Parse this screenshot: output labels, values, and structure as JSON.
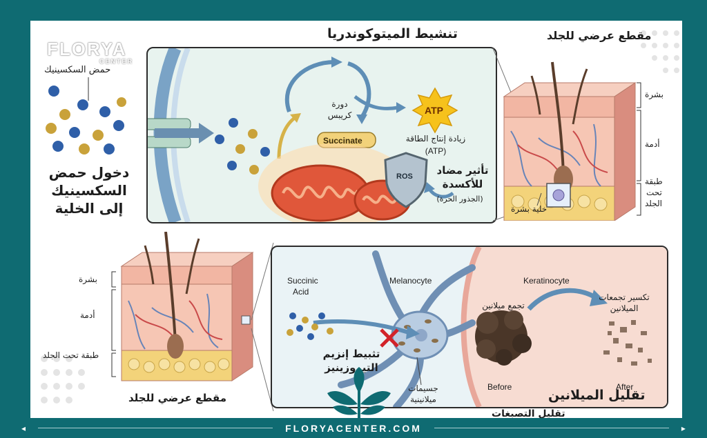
{
  "brand": {
    "logo_main": "FLORYA",
    "logo_sub": "CENTER",
    "footer_url": "FLORYACENTER.COM"
  },
  "colors": {
    "frame": "#0f6b72",
    "panel_bg": "#e8f3ef",
    "skin": "#f1c1ad",
    "fat": "#f3d37a",
    "mito": "#e0573a",
    "atp": "#f6c21c",
    "melanin": "#5a4434"
  },
  "top_left": {
    "acid_label": "حمض السكسينيك",
    "entry_line1": "دخول حمض",
    "entry_line2": "السكسينيك",
    "entry_line3": "إلى الخلية"
  },
  "mito_panel": {
    "title": "تنشيط الميتوكوندريا",
    "krebs_line1": "دورة",
    "krebs_line2": "كريبس",
    "succinate": "Succinate",
    "atp": "ATP",
    "energy_line1": "زيادة إنتاج الطاقة",
    "energy_line2": "(ATP)",
    "ros": "ROS",
    "antiox_line1": "تأثير مضاد",
    "antiox_line2": "للأكسدة",
    "free_radicals": "(الجذور الحرة)"
  },
  "skin_top": {
    "title": "مقطع عرضي للجلد",
    "layer_epidermis": "بشرة",
    "layer_dermis": "أدمة",
    "layer_sub_1": "طبقة",
    "layer_sub_2": "تحت",
    "layer_sub_3": "الجلد",
    "cell_label": "خلية بشرة"
  },
  "skin_bottom": {
    "title": "مقطع عرضي للجلد",
    "layer_epidermis": "بشرة",
    "layer_dermis": "أدمة",
    "layer_sub": "طبقة تحت الجلد"
  },
  "melanin_panel": {
    "succinic_line1": "Succinic",
    "succinic_line2": "Acid",
    "melanocyte": "Melanocyte",
    "keratinocyte": "Keratinocyte",
    "inhibit_line1": "تثبيط إنزيم",
    "inhibit_line2": "التيروزينيز",
    "melanosomes_line1": "جسيمات",
    "melanosomes_line2": "ميلانينية",
    "cluster": "تجمع ميلانين",
    "breakup_line1": "تكسير تجمعات",
    "breakup_line2": "الميلانين",
    "before": "Before",
    "after": "After",
    "reduce_title": "تقليل الميلانين",
    "cut_title": "تقليل التصبغات"
  }
}
